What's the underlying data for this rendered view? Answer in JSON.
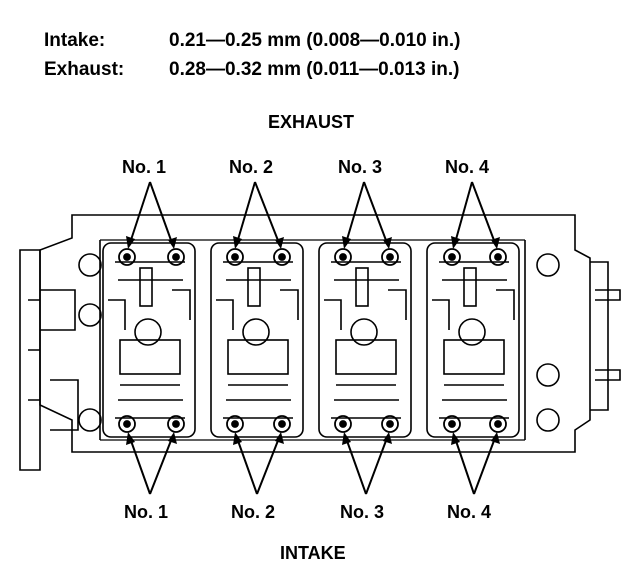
{
  "specs": [
    {
      "label": "Intake:",
      "value": "0.21—0.25 mm (0.008—0.010 in.)"
    },
    {
      "label": "Exhaust:",
      "value": "0.28—0.32 mm (0.011—0.013 in.)"
    }
  ],
  "exhaust_title": "EXHAUST",
  "intake_title": "INTAKE",
  "exhaust_cylinders": [
    "No. 1",
    "No. 2",
    "No. 3",
    "No. 4"
  ],
  "intake_cylinders": [
    "No. 1",
    "No. 2",
    "No. 3",
    "No. 4"
  ]
}
